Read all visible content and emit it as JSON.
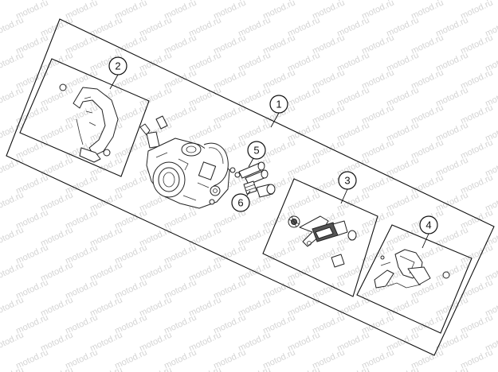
{
  "watermark": "motod.ru",
  "callouts": {
    "c1": "1",
    "c2": "2",
    "c3": "3",
    "c4": "4",
    "c5": "5",
    "c6": "6"
  }
}
